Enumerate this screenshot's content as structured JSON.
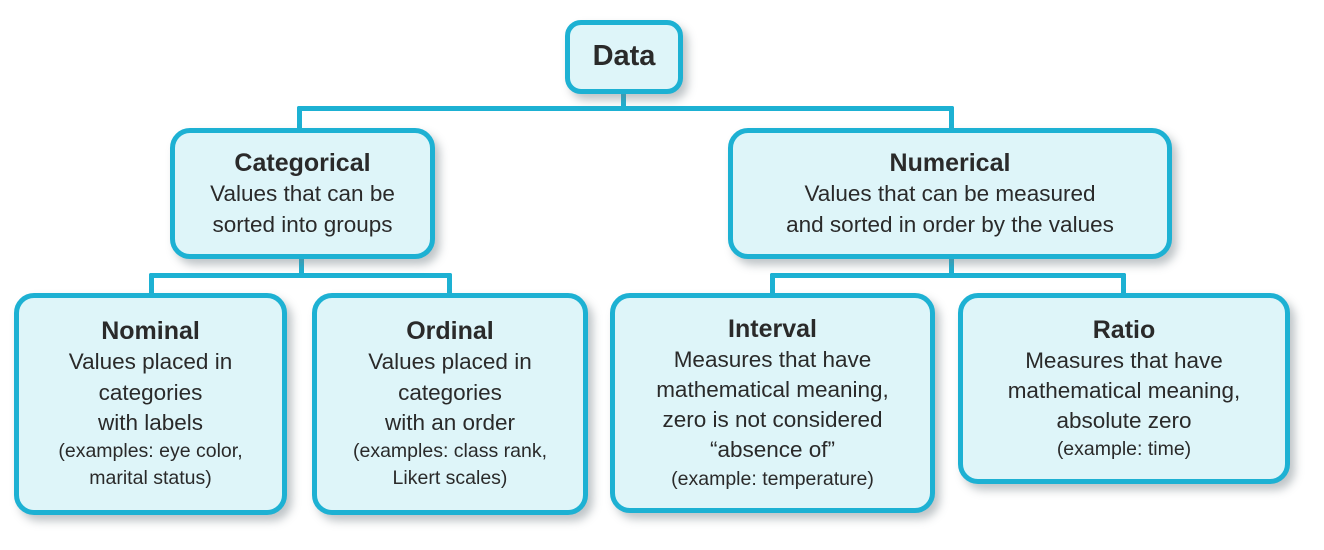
{
  "colors": {
    "line": "#1db1d3",
    "border": "#1db1d3",
    "fill": "#def5f9",
    "text": "#2a2a2a",
    "background": "#ffffff"
  },
  "tree": {
    "root": {
      "title": "Data"
    },
    "level1": [
      {
        "title": "Categorical",
        "description": "Values that can be\nsorted into groups"
      },
      {
        "title": "Numerical",
        "description": "Values that can be measured\nand sorted in order by the values"
      }
    ],
    "level2": [
      {
        "title": "Nominal",
        "description": "Values placed in\ncategories\nwith labels",
        "example": "(examples: eye color,\nmarital status)"
      },
      {
        "title": "Ordinal",
        "description": "Values placed in\ncategories\nwith an order",
        "example": "(examples: class rank,\nLikert scales)"
      },
      {
        "title": "Interval",
        "description": "Measures that have\nmathematical meaning,\nzero is not considered\n“absence of”",
        "example": "(example: temperature)"
      },
      {
        "title": "Ratio",
        "description": "Measures that have\nmathematical meaning,\nabsolute zero",
        "example": "(example: time)"
      }
    ]
  }
}
